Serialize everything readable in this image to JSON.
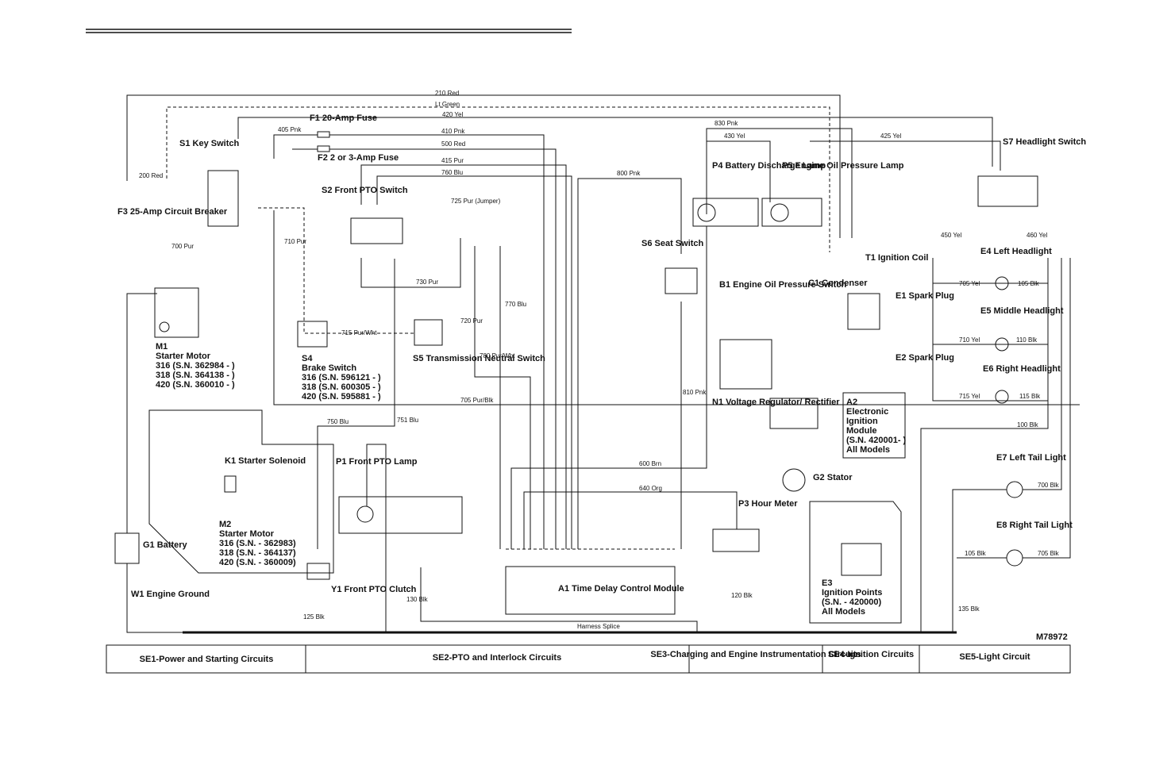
{
  "drawing_id": "M78972",
  "sections": [
    "SE1-Power and Starting Circuits",
    "SE2-PTO and Interlock Circuits",
    "SE3-Charging and Engine Instrumentation Circuits",
    "SE4-Ignition Circuits",
    "SE5-Light Circuit"
  ],
  "components": {
    "s1": "S1 Key Switch",
    "f1": "F1 20-Amp Fuse",
    "f2": "F2 2 or 3-Amp Fuse",
    "f3": "F3 25-Amp Circuit Breaker",
    "s2": "S2 Front PTO Switch",
    "m1": [
      "M1",
      "Starter Motor",
      "316 (S.N. 362984 - )",
      "318 (S.N. 364138 - )",
      "420 (S.N. 360010 - )"
    ],
    "s4": [
      "S4",
      "Brake Switch",
      "316 (S.N. 596121 - )",
      "318 (S.N. 600305 - )",
      "420 (S.N. 595881 - )"
    ],
    "s5": "S5 Transmission Neutral Switch",
    "s6": "S6 Seat Switch",
    "p4": "P4 Battery Discharge Lamp",
    "p5": "P5 Engine Oil Pressure Lamp",
    "b1": "B1 Engine Oil Pressure Switch",
    "c1": "C1 Condenser",
    "t1": "T1 Ignition Coil",
    "e1": "E1 Spark Plug",
    "e2": "E2 Spark Plug",
    "s7": "S7 Headlight Switch",
    "e4": "E4 Left Headlight",
    "e5": "E5 Middle Headlight",
    "e6": "E6 Right Headlight",
    "e7": "E7 Left Tail Light",
    "e8": "E8 Right Tail Light",
    "n1": "N1 Voltage Regulator/ Rectifier",
    "g2": "G2 Stator",
    "a2": [
      "A2",
      "Electronic",
      "Ignition",
      "Module",
      "(S.N. 420001- )",
      "All Models"
    ],
    "k1": "K1 Starter Solenoid",
    "m2": [
      "M2",
      "Starter Motor",
      "316 (S.N. - 362983)",
      "318 (S.N. - 364137)",
      "420 (S.N. - 360009)"
    ],
    "g1": "G1 Battery",
    "w1": "W1 Engine Ground",
    "p1": "P1 Front PTO Lamp",
    "y1": "Y1 Front PTO Clutch",
    "a1": "A1 Time Delay Control Module",
    "p3": "P3 Hour Meter",
    "e3": [
      "E3",
      "Ignition Points",
      "(S.N. - 420000)",
      "All Models"
    ]
  },
  "wire_labels": [
    "210 Red",
    "Lt Green",
    "420 Yel",
    "405 Pnk",
    "410 Pnk",
    "500 Red",
    "415 Pur",
    "760 Blu",
    "830 Pnk",
    "430 Yel",
    "425 Yel",
    "800 Pnk",
    "200 Red",
    "700 Pur",
    "710 Pur",
    "730 Pur",
    "725 Pur (Jumper)",
    "770 Blu",
    "720 Pur",
    "705 Pur/Blk",
    "715 Pur/Wht",
    "780 Pur/Wht",
    "750 Blu",
    "751 Blu",
    "600 Brn",
    "640 Org",
    "810 Pnk",
    "450 Yel",
    "460 Yel",
    "705 Yel",
    "105 Blk",
    "710 Yel",
    "110 Blk",
    "715 Yel",
    "115 Blk",
    "100 Blk",
    "700 Blk",
    "705 Blk",
    "105 Blk",
    "125 Blk",
    "130 Blk",
    "120 Blk",
    "135 Blk",
    "Harness Splice"
  ]
}
